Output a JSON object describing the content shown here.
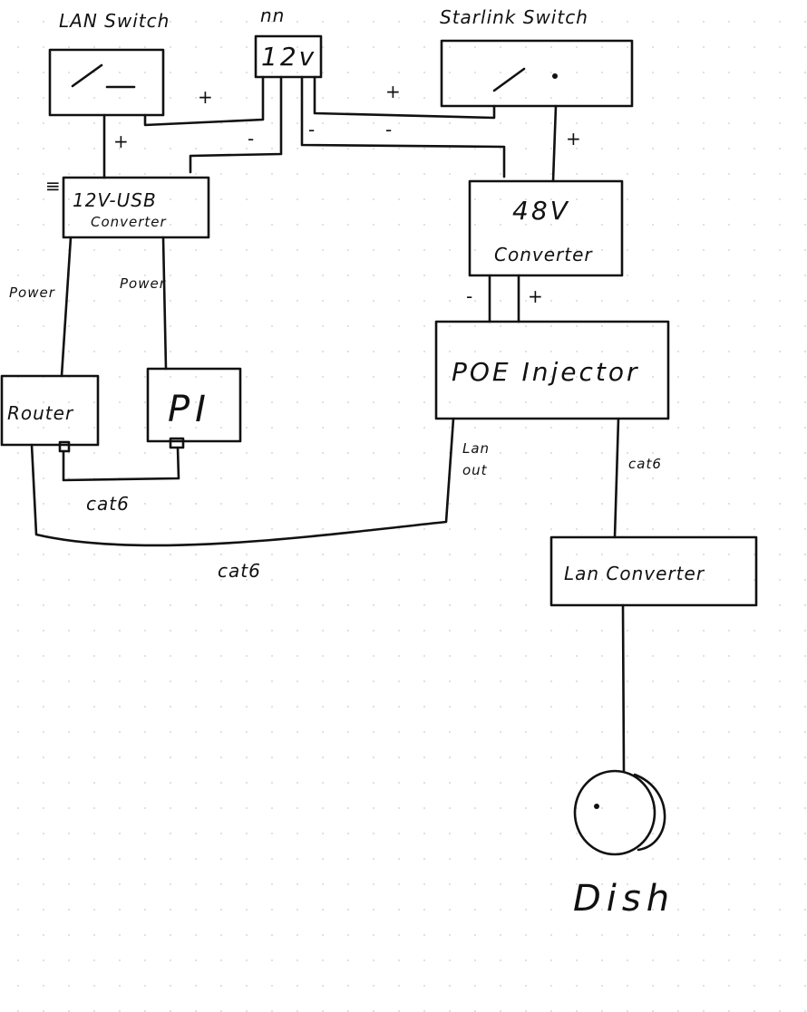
{
  "components": {
    "lan_switch": "LAN Switch",
    "twelve_v": "12v",
    "twelve_v_top": "nn",
    "starlink_switch": "Starlink Switch",
    "usb_converter_line1": "12V-USB",
    "usb_converter_line2": "Converter",
    "converter48_line1": "48V",
    "converter48_line2": "Converter",
    "poe_injector": "POE Injector",
    "router": "Router",
    "pi": "PI",
    "lan_converter": "Lan Converter",
    "dish": "Dish"
  },
  "wire_labels": {
    "power_left": "Power",
    "power_right": "Power",
    "cat6_short": "cat6",
    "cat6_long": "cat6",
    "cat6_dish": "cat6",
    "lan_out_line1": "Lan",
    "lan_out_line2": "out",
    "plus": "+",
    "minus": "-",
    "ground": "≡"
  }
}
